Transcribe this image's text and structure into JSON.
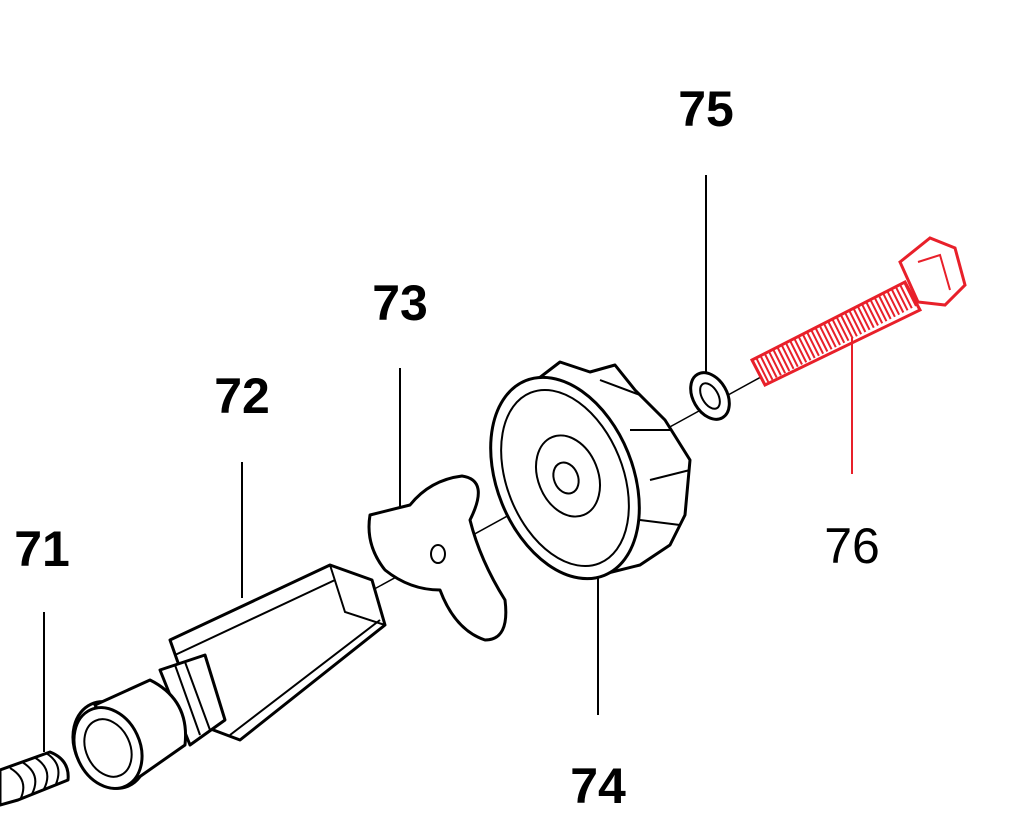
{
  "title": "Exploded parts diagram",
  "colors": {
    "highlight": "#e8202a",
    "line": "#000000"
  },
  "parts": [
    {
      "number": "71",
      "highlighted": false
    },
    {
      "number": "72",
      "highlighted": false
    },
    {
      "number": "73",
      "highlighted": false
    },
    {
      "number": "74",
      "highlighted": false
    },
    {
      "number": "75",
      "highlighted": false
    },
    {
      "number": "76",
      "highlighted": true
    }
  ]
}
